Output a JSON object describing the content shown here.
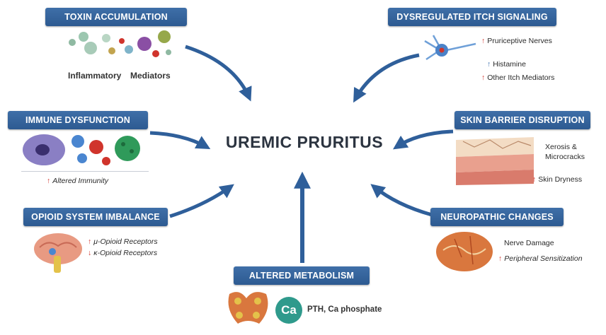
{
  "title": "UREMIC PRURITUS",
  "nodes": {
    "toxin": {
      "title": "TOXIN ACCUMULATION",
      "label_a": "Inflammatory",
      "label_b": "Mediators"
    },
    "itch": {
      "title": "DYSREGULATED ITCH SIGNALING",
      "items": [
        "Pruriceptive Nerves",
        "Histamine",
        "Other Itch Mediators"
      ]
    },
    "immune": {
      "title": "IMMUNE DYSFUNCTION",
      "items": [
        "Altered Immunity"
      ]
    },
    "skin": {
      "title": "SKIN BARRIER DISRUPTION",
      "items": [
        "Xerosis &",
        "Microcracks",
        "Skin Dryness"
      ]
    },
    "opioid": {
      "title": "OPIOID SYSTEM IMBALANCE",
      "items": [
        "μ-Opioid Receptors",
        "κ-Opioid Receptors"
      ]
    },
    "neuro": {
      "title": "NEUROPATHIC CHANGES",
      "items": [
        "Nerve Damage",
        "Peripheral Sensitization"
      ]
    },
    "metabolism": {
      "title": "ALTERED METABOLISM",
      "badge": "Ca",
      "label": "PTH, Ca phosphate"
    }
  },
  "colors": {
    "banner": "#2d5a91",
    "arrow": "#2f5f9a",
    "increase": "#d0342c",
    "decrease": "#d0342c"
  }
}
